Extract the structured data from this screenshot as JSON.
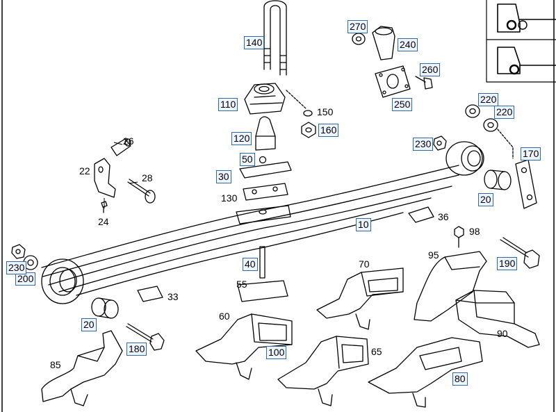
{
  "diagram": {
    "labels": [
      {
        "key": "10",
        "text": "10",
        "boxed": true
      },
      {
        "key": "20a",
        "text": "20",
        "boxed": true
      },
      {
        "key": "20b",
        "text": "20",
        "boxed": true
      },
      {
        "key": "22",
        "text": "22",
        "boxed": false
      },
      {
        "key": "24",
        "text": "24",
        "boxed": false
      },
      {
        "key": "26",
        "text": "26",
        "boxed": false
      },
      {
        "key": "28",
        "text": "28",
        "boxed": false
      },
      {
        "key": "30",
        "text": "30",
        "boxed": true
      },
      {
        "key": "33",
        "text": "33",
        "boxed": false
      },
      {
        "key": "36",
        "text": "36",
        "boxed": false
      },
      {
        "key": "40",
        "text": "40",
        "boxed": true
      },
      {
        "key": "50",
        "text": "50",
        "boxed": true
      },
      {
        "key": "55",
        "text": "55",
        "boxed": false
      },
      {
        "key": "60",
        "text": "60",
        "boxed": false
      },
      {
        "key": "65",
        "text": "65",
        "boxed": false
      },
      {
        "key": "70",
        "text": "70",
        "boxed": false
      },
      {
        "key": "80",
        "text": "80",
        "boxed": true
      },
      {
        "key": "85",
        "text": "85",
        "boxed": false
      },
      {
        "key": "90",
        "text": "90",
        "boxed": false
      },
      {
        "key": "95",
        "text": "95",
        "boxed": false
      },
      {
        "key": "98",
        "text": "98",
        "boxed": false
      },
      {
        "key": "100",
        "text": "100",
        "boxed": true
      },
      {
        "key": "110",
        "text": "110",
        "boxed": true
      },
      {
        "key": "120",
        "text": "120",
        "boxed": true
      },
      {
        "key": "130",
        "text": "130",
        "boxed": false
      },
      {
        "key": "140",
        "text": "140",
        "boxed": true
      },
      {
        "key": "150",
        "text": "150",
        "boxed": false
      },
      {
        "key": "160",
        "text": "160",
        "boxed": true
      },
      {
        "key": "170",
        "text": "170",
        "boxed": true
      },
      {
        "key": "180",
        "text": "180",
        "boxed": true
      },
      {
        "key": "190",
        "text": "190",
        "boxed": true
      },
      {
        "key": "200",
        "text": "200",
        "boxed": true
      },
      {
        "key": "220a",
        "text": "220",
        "boxed": true
      },
      {
        "key": "220b",
        "text": "220",
        "boxed": true
      },
      {
        "key": "230a",
        "text": "230",
        "boxed": true
      },
      {
        "key": "230b",
        "text": "230",
        "boxed": true
      },
      {
        "key": "240",
        "text": "240",
        "boxed": true
      },
      {
        "key": "250",
        "text": "250",
        "boxed": true
      },
      {
        "key": "260",
        "text": "260",
        "boxed": true
      },
      {
        "key": "270",
        "text": "270",
        "boxed": true
      }
    ]
  }
}
